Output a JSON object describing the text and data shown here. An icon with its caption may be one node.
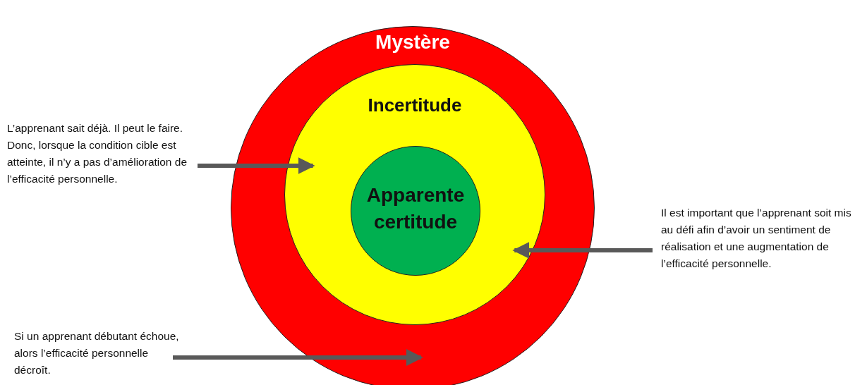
{
  "diagram": {
    "nodes": [
      {
        "text": [
          "Mystère"
        ]
      },
      {
        "text": [
          "Incertitude"
        ],
        "in": 0
      },
      {
        "text": [
          "Apparente certitude"
        ],
        "in": 1
      },
      {
        "text": [
          "L’apprenant sait déjà. Il peut le faire. Donc, lorsque la condition cible est atteinte, il n’y a pas d’amélioration de l’efficacité personnelle."
        ]
      },
      {
        "text": [
          "Il est important que l’apprenant soit mis au défi afin d’avoir un sentiment de réalisation et une augmentation de l’efficacité personnelle."
        ]
      },
      {
        "text": [
          "Si un apprenant débutant échoue, alors l’efficacité personnelle décroît."
        ]
      }
    ],
    "edges": [
      {
        "from": 3,
        "to": 1,
        "arrow": "to"
      },
      {
        "from": 4,
        "to": 1,
        "arrow": "to"
      },
      {
        "from": 5,
        "to": 0,
        "arrow": "to"
      }
    ]
  }
}
